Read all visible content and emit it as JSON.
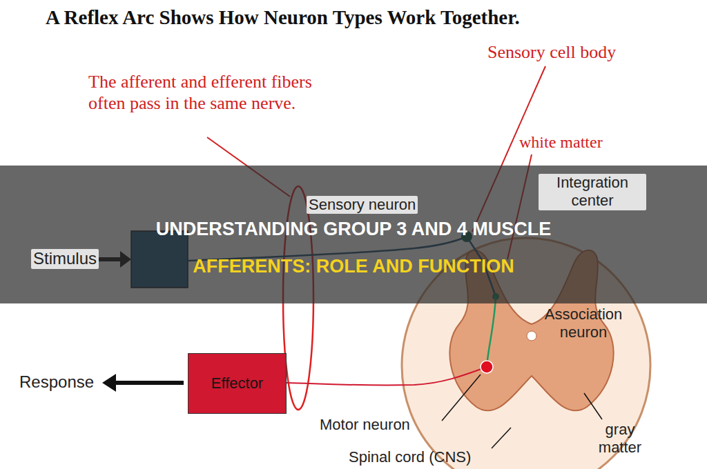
{
  "diagram": {
    "title": "A Reflex Arc Shows How Neuron Types Work Together.",
    "nodes": [
      {
        "text": [
          "Effector"
        ]
      }
    ],
    "labels": [
      "The afferent and efferent fibers often pass in the same nerve.",
      "Sensory cell body",
      "white matter",
      "Integration center",
      "Sensory neuron",
      "UNDERSTANDING GROUP 3 AND 4 MUSCLE",
      "AFFERENTS: ROLE AND FUNCTION",
      "Stimulus",
      "Association neuron",
      "Response",
      "Motor neuron",
      "gray matter",
      "Spinal cord (CNS)"
    ]
  }
}
